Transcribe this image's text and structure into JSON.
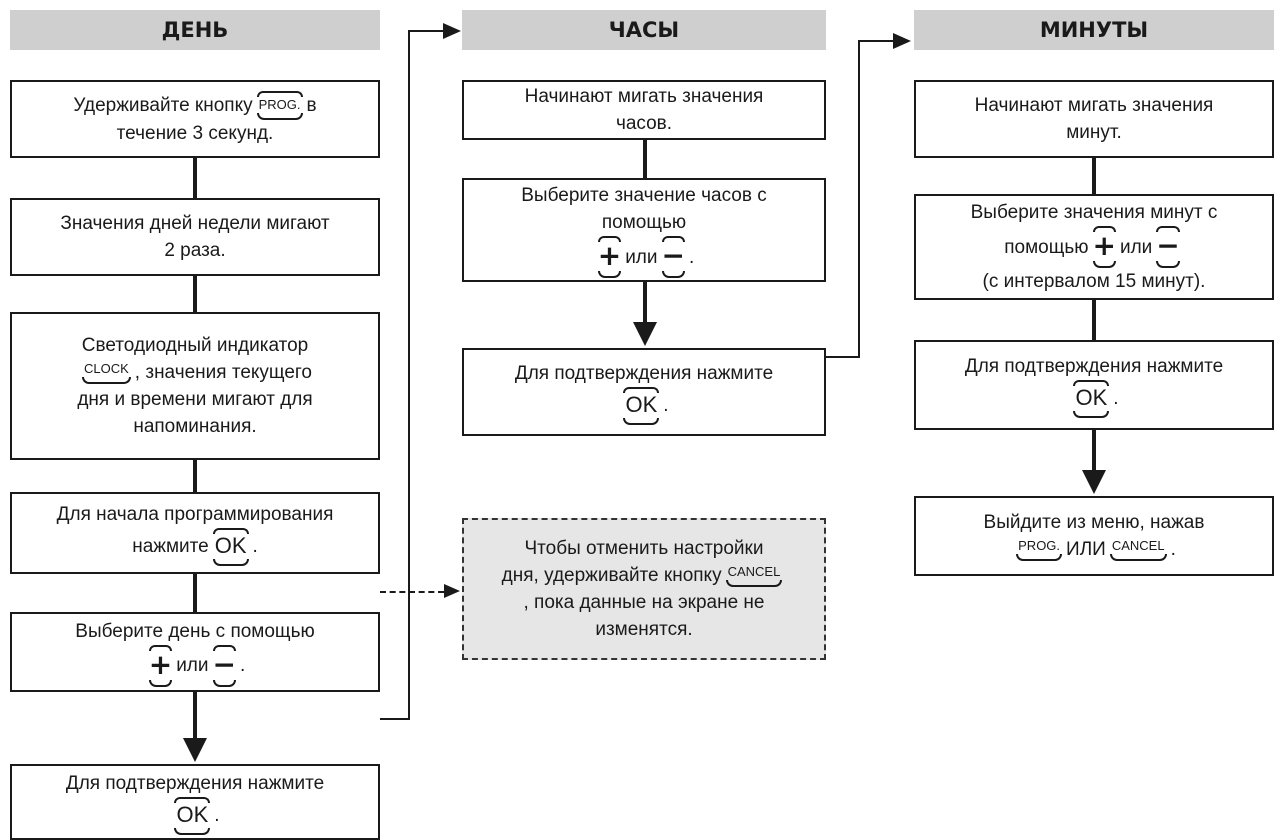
{
  "columns": {
    "day": {
      "title": "ДЕНЬ"
    },
    "hours": {
      "title": "ЧАСЫ"
    },
    "minutes": {
      "title": "МИНУТЫ"
    }
  },
  "day": {
    "step1": {
      "pre": "Удерживайте кнопку",
      "key": "PROG.",
      "post": "в",
      "line2": "течение 3 секунд."
    },
    "step2": {
      "line1": "Значения дней недели мигают",
      "line2": "2 раза."
    },
    "step3": {
      "line1": "Светодиодный индикатор",
      "key": "CLOCK",
      "line2": ", значения текущего",
      "line3": "дня и времени мигают для",
      "line4": "напоминания."
    },
    "step4": {
      "line1": "Для начала программирования",
      "pre": "нажмите",
      "key": "OK",
      "post": "."
    },
    "step5": {
      "line1": "Выберите день с помощью",
      "or": "или",
      "post": "."
    },
    "step6": {
      "line1": "Для подтверждения нажмите",
      "key": "OK",
      "post": "."
    }
  },
  "hours": {
    "step1": {
      "line1": "Начинают мигать значения",
      "line2": "часов."
    },
    "step2": {
      "line1": "Выберите значение часов с",
      "line2": "помощью",
      "or": "или",
      "post": "."
    },
    "step3": {
      "line1": "Для подтверждения нажмите",
      "key": "OK",
      "post": "."
    }
  },
  "cancel_note": {
    "line1": "Чтобы отменить настройки",
    "pre": "дня, удерживайте кнопку",
    "key": "CANCEL",
    "line3": ", пока данные на экране не",
    "line4": "изменятся."
  },
  "minutes": {
    "step1": {
      "line1": "Начинают мигать значения",
      "line2": "минут."
    },
    "step2": {
      "line1": "Выберите значения минут с",
      "pre": "помощью",
      "or": "или",
      "line3": "(с интервалом 15 минут)."
    },
    "step3": {
      "line1": "Для подтверждения нажмите",
      "key": "OK",
      "post": "."
    },
    "step4": {
      "line1": "Выйдите из меню, нажав",
      "key1": "PROG.",
      "or": "ИЛИ",
      "key2": "CANCEL",
      "post": "."
    }
  },
  "symbols": {
    "plus": "+",
    "minus": "−"
  },
  "colors": {
    "header_bg": "#cfcfcf",
    "note_bg": "#e6e6e6",
    "line": "#1a1a1a"
  }
}
